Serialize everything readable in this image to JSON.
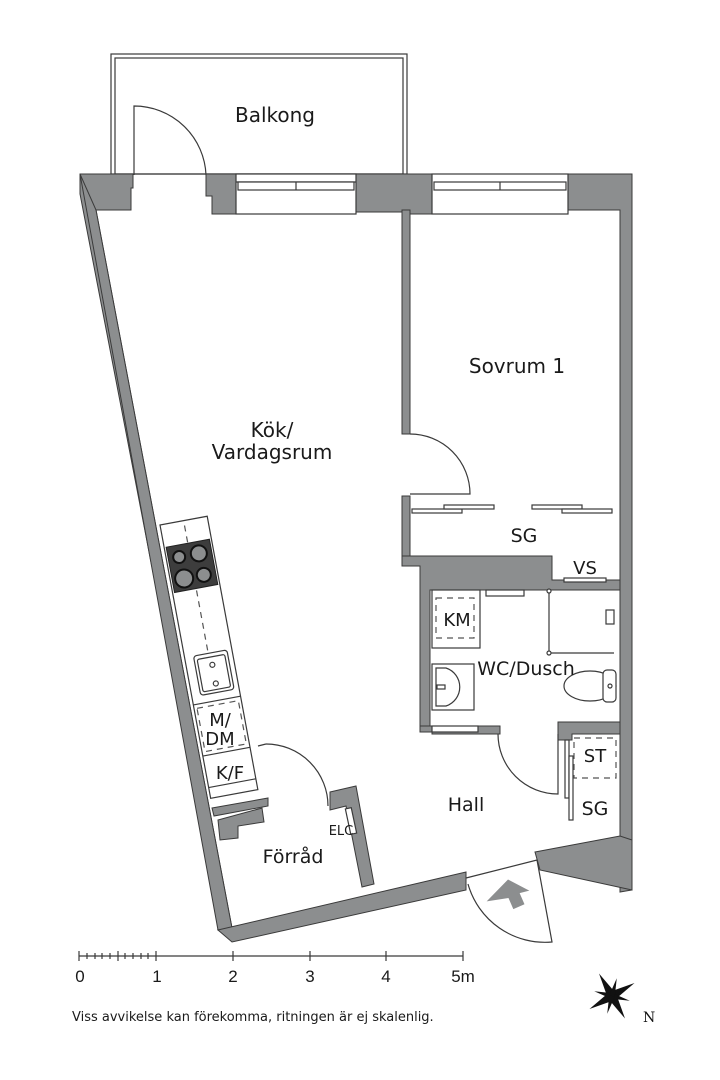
{
  "floorplan": {
    "rooms": {
      "balcony": "Balkong",
      "bedroom": "Sovrum 1",
      "kitchen_line1": "Kök/",
      "kitchen_line2": "Vardagsrum",
      "wardrobe_bedroom": "SG",
      "linen_closet": "VS",
      "washing_machine": "KM",
      "bathroom": "WC/Dusch",
      "dishwasher_line1": "M/",
      "dishwasher_line2": "DM",
      "fridge_freezer": "K/F",
      "storage": "Förråd",
      "electrical": "ELC",
      "hall": "Hall",
      "dryer": "ST",
      "wardrobe_hall": "SG"
    },
    "colors": {
      "wall": "#8c8e8f",
      "stove": "#3d3d3d",
      "entrance_arrow": "#8c8e8f"
    }
  },
  "scale_bar": {
    "labels": [
      "0",
      "1",
      "2",
      "3",
      "4",
      "5m"
    ],
    "unit": "m"
  },
  "compass": {
    "north_label": "N"
  },
  "disclaimer": "Viss avvikelse kan förekomma, ritningen är ej skalenlig."
}
